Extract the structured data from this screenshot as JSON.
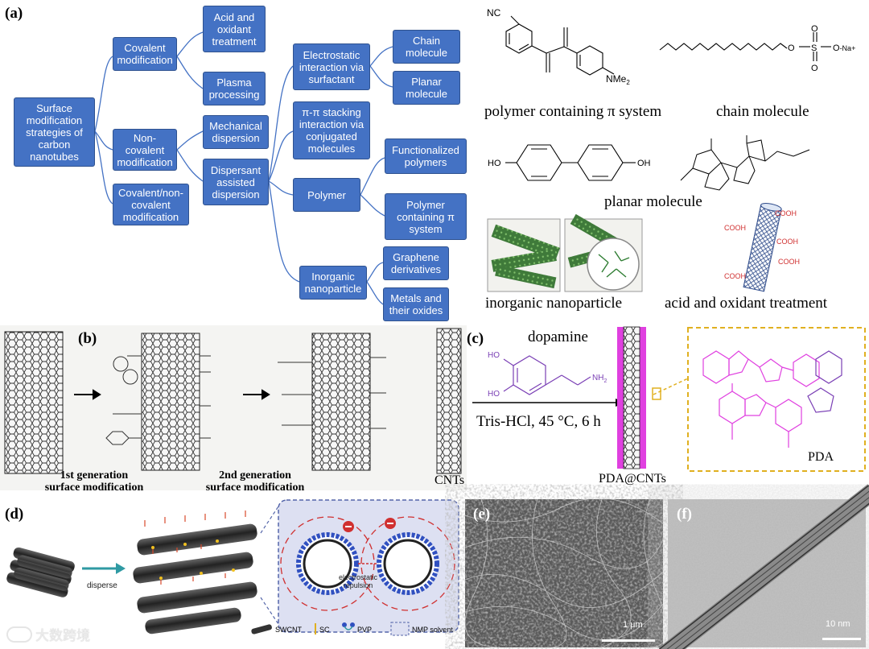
{
  "panel_labels": {
    "a": "(a)",
    "b": "(b)",
    "c": "(c)",
    "d": "(d)",
    "e": "(e)",
    "f": "(f)"
  },
  "flowchart": {
    "root": "Surface\nmodification\nstrategies of\ncarbon\nnanotubes",
    "covalent": "Covalent\nmodification",
    "noncovalent": "Non-\ncovalent\nmodification",
    "covnoncov": "Covalent/non-\ncovalent\nmodification",
    "acid": "Acid and\noxidant\ntreatment",
    "plasma": "Plasma\nprocessing",
    "mechanical": "Mechanical\ndispersion",
    "dispersant": "Dispersant\nassisted\ndispersion",
    "electrostatic": "Electrostatic\ninteraction via\nsurfactant",
    "pipi": "π-π stacking\ninteraction via\nconjugated\nmolecules",
    "polymer": "Polymer",
    "inorganic": "Inorganic\nnanoparticle",
    "chain": "Chain\nmolecule",
    "planar": "Planar\nmolecule",
    "funcpoly": "Functionalized\npolymers",
    "polypi": "Polymer\ncontaining π\nsystem",
    "graphene": "Graphene\nderivatives",
    "metals": "Metals and\ntheir oxides"
  },
  "captions": {
    "polymer_pi": "polymer containing π system",
    "chain_molecule": "chain molecule",
    "planar_molecule": "planar molecule",
    "inorganic_np": "inorganic nanoparticle",
    "acid_oxidant": "acid and oxidant treatment"
  },
  "chem_labels": {
    "nc": "NC",
    "nme2": "NMe",
    "sub2": "2",
    "s": "S",
    "o": "O",
    "ona": "O",
    "na": "-Na+",
    "ho": "HO",
    "oh": "OH",
    "cooh": "COOH"
  },
  "panel_b": {
    "gen1": "1st generation\nsurface modification",
    "gen2": "2nd generation\nsurface modification",
    "cnts": "CNTs"
  },
  "panel_c": {
    "dopamine": "dopamine",
    "conditions": "Tris-HCl, 45 °C, 6 h",
    "product": "PDA@CNTs",
    "pda": "PDA",
    "nh2": "NH"
  },
  "panel_d": {
    "disperse": "disperse",
    "repulsion": "electrostatic\nrepulsion",
    "legend": [
      "SWCNT",
      "SC",
      "PVP",
      "NMP solvent"
    ]
  },
  "scalebars": {
    "e": "1 μm",
    "f": "10 nm"
  },
  "watermark": "大数跨境",
  "colors": {
    "box": "#4472c4",
    "magenta": "#e040e0",
    "purple": "#7a3fb5",
    "dashed_gold": "#e0b020",
    "red": "#d03030"
  }
}
